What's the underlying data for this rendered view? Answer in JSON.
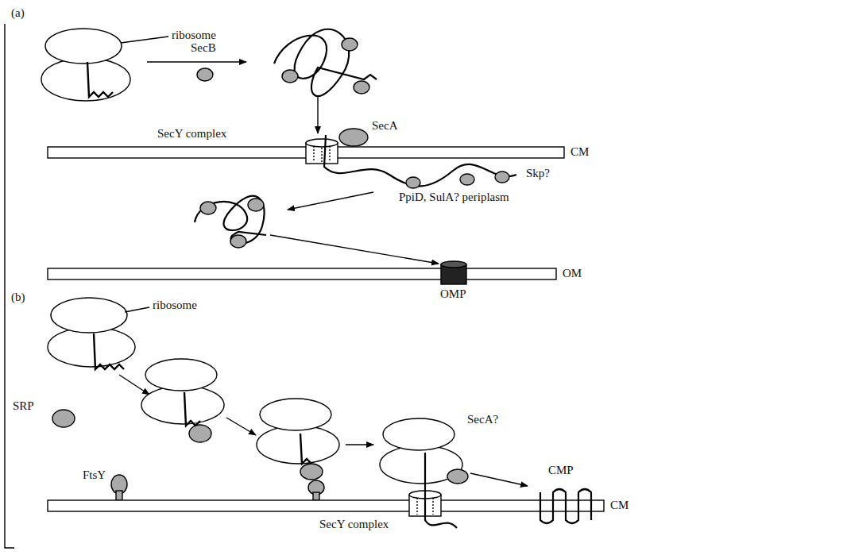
{
  "diagram": {
    "labels": [
      "(a)",
      "ribosome",
      "SecB",
      "SecA",
      "SecY complex",
      "CM",
      "Skp?",
      "PpiD, SulA? periplasm",
      "OM",
      "OMP",
      "(b)",
      "ribosome",
      "SRP",
      "FtsY",
      "SecA?",
      "SecY complex",
      "CM",
      "CMP"
    ]
  }
}
